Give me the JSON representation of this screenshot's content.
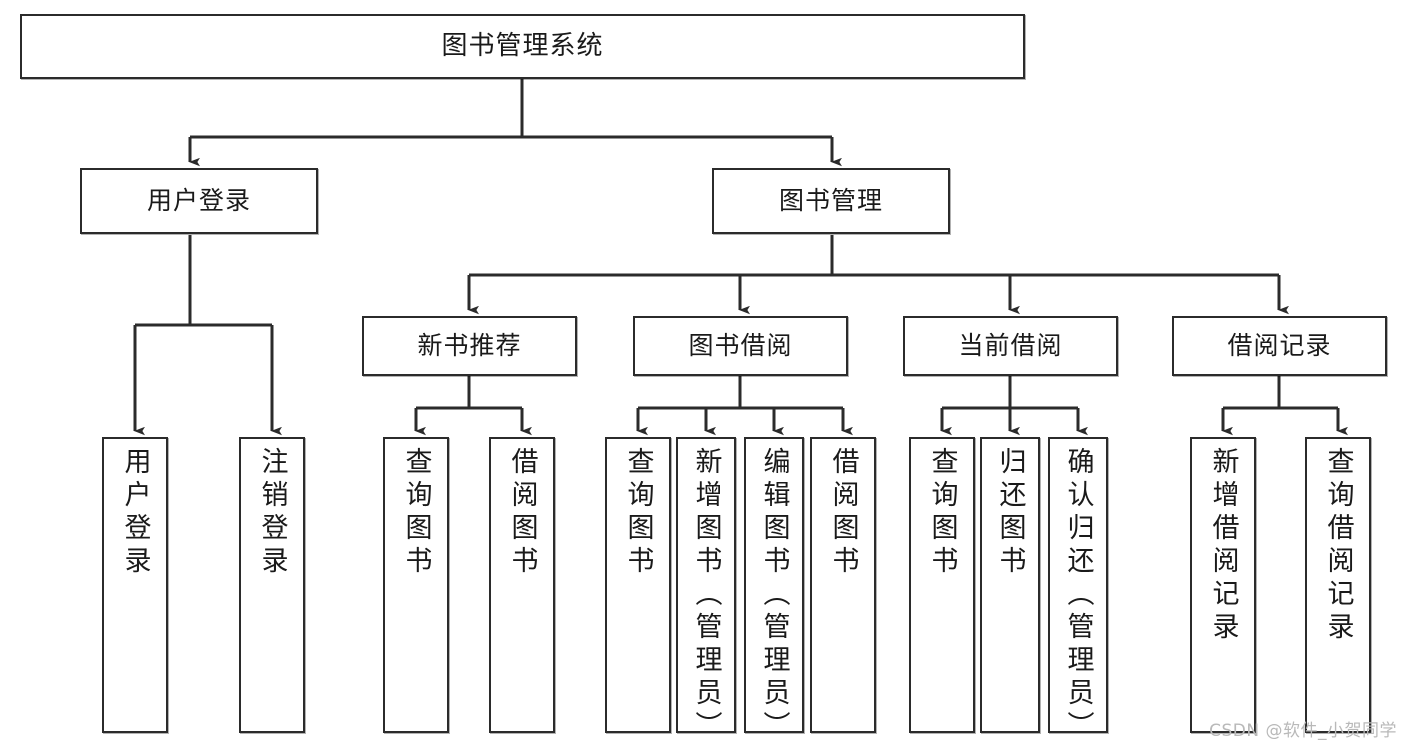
{
  "diagram": {
    "title": "图书管理系统",
    "type": "tree-hierarchy-chart",
    "orientation": "top-down",
    "style": {
      "node_border": "#2b2b2b",
      "node_fill": "#ffffff",
      "edge_color": "#2b2b2b",
      "background": "#ffffff"
    }
  },
  "watermark": {
    "text": "CSDN @软件_小贺同学"
  },
  "nodes": {
    "root": {
      "label": "图书管理系统"
    },
    "level2": [
      {
        "id": "user-login",
        "label": "用户登录"
      },
      {
        "id": "book-manage",
        "label": "图书管理"
      }
    ],
    "level3": [
      {
        "id": "new-book-rec",
        "label": "新书推荐"
      },
      {
        "id": "book-borrow",
        "label": "图书借阅"
      },
      {
        "id": "current-borrow",
        "label": "当前借阅"
      },
      {
        "id": "borrow-record",
        "label": "借阅记录"
      }
    ],
    "leaves": {
      "user_login": [
        {
          "id": "leaf-user-login",
          "label": "用户登录"
        },
        {
          "id": "leaf-logout",
          "label": "注销登录"
        }
      ],
      "new_book_rec": [
        {
          "id": "leaf-query-book-1",
          "label": "查询图书"
        },
        {
          "id": "leaf-borrow-book-1",
          "label": "借阅图书"
        }
      ],
      "book_borrow": [
        {
          "id": "leaf-query-book-2",
          "label": "查询图书"
        },
        {
          "id": "leaf-add-book",
          "label": "新增图书（管理员）"
        },
        {
          "id": "leaf-edit-book",
          "label": "编辑图书（管理员）"
        },
        {
          "id": "leaf-borrow-book-2",
          "label": "借阅图书"
        }
      ],
      "current_borrow": [
        {
          "id": "leaf-query-book-3",
          "label": "查询图书"
        },
        {
          "id": "leaf-return-book",
          "label": "归还图书"
        },
        {
          "id": "leaf-confirm-return",
          "label": "确认归还（管理员）"
        }
      ],
      "borrow_record": [
        {
          "id": "leaf-add-record",
          "label": "新增借阅记录"
        },
        {
          "id": "leaf-query-record",
          "label": "查询借阅记录"
        }
      ]
    }
  }
}
